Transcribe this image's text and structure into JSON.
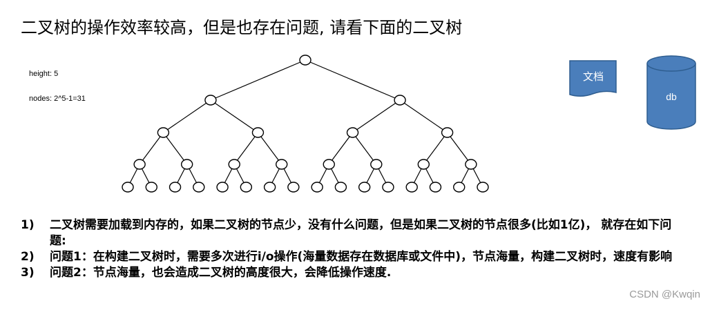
{
  "title": "二叉树的操作效率较高，但是也存在问题, 请看下面的二叉树",
  "tree_info": {
    "height": "height:  5",
    "nodes": "nodes:  2^5-1=31"
  },
  "doc_icon": {
    "label": "文档",
    "color": "#4a7ebb"
  },
  "db_icon": {
    "label": "db",
    "color": "#4a7ebb"
  },
  "problems": [
    {
      "num": "1)",
      "text": "二叉树需要加载到内存的，如果二叉树的节点少，没有什么问题，但是如果二叉树的节点很多(比如1亿)， 就存在如下问题:"
    },
    {
      "num": "2)",
      "text": "问题1：在构建二叉树时，需要多次进行i/o操作(海量数据存在数据库或文件中)，节点海量，构建二叉树时，速度有影响"
    },
    {
      "num": "3)",
      "text": "问题2：节点海量，也会造成二叉树的高度很大，会降低操作速度."
    }
  ],
  "watermark": "CSDN @Kwqin"
}
